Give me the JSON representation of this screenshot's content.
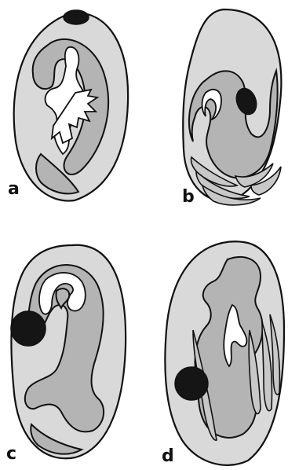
{
  "figure": {
    "panels": [
      {
        "id": "a",
        "label": "a"
      },
      {
        "id": "b",
        "label": "b"
      },
      {
        "id": "c",
        "label": "c"
      },
      {
        "id": "d",
        "label": "d"
      }
    ]
  },
  "colors": {
    "outer_fill": "#d9d9d9",
    "inner_fill": "#b4b4b4",
    "dark_body": "#151515",
    "stroke": "#111111",
    "background": "#ffffff"
  }
}
